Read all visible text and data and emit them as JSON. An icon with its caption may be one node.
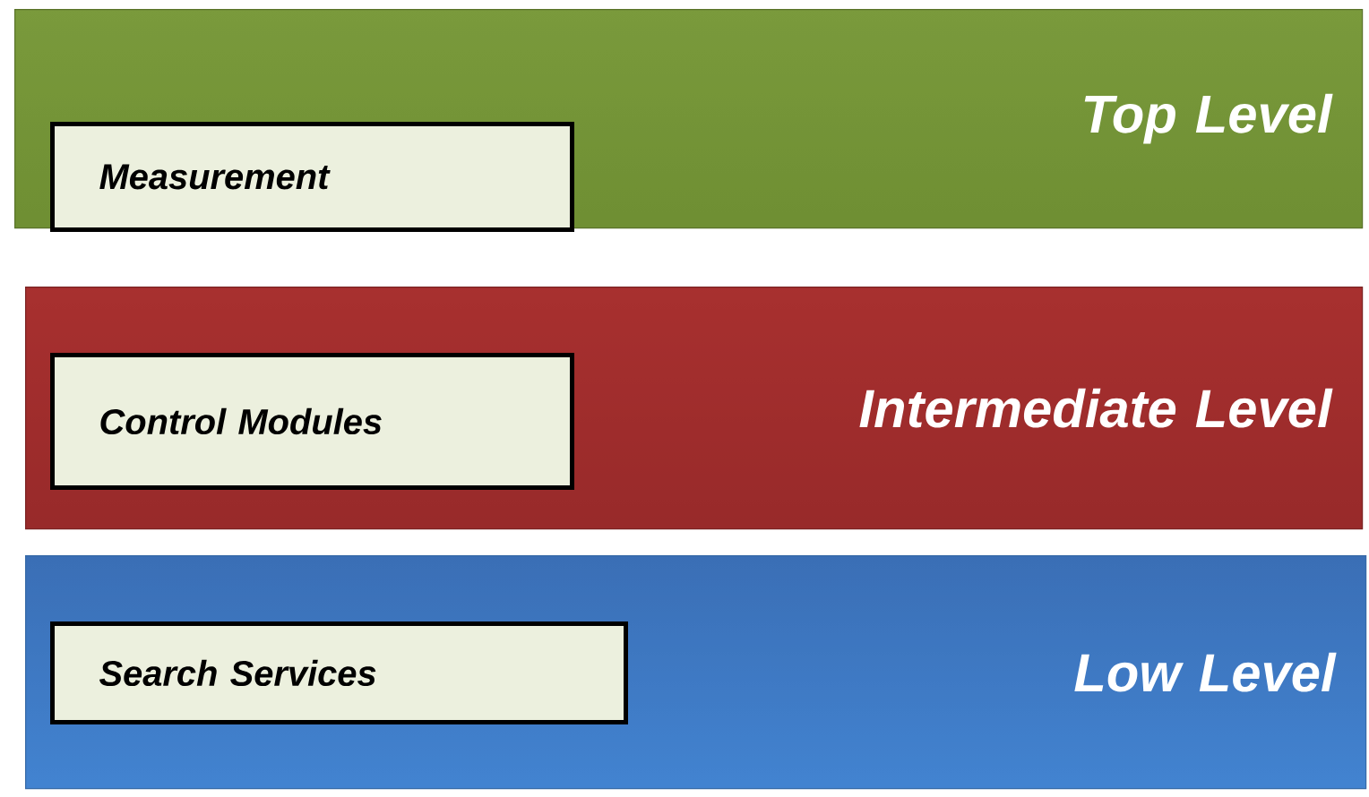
{
  "diagram": {
    "nodes": [
      {
        "text": [
          "Top Level"
        ]
      },
      {
        "text": [
          "Measurement"
        ],
        "in": 0
      },
      {
        "text": [
          "Intermediate Level"
        ]
      },
      {
        "text": [
          "Control Modules"
        ],
        "in": 2
      },
      {
        "text": [
          "Low Level"
        ]
      },
      {
        "text": [
          "Search Services"
        ],
        "in": 4
      }
    ],
    "edges": []
  }
}
